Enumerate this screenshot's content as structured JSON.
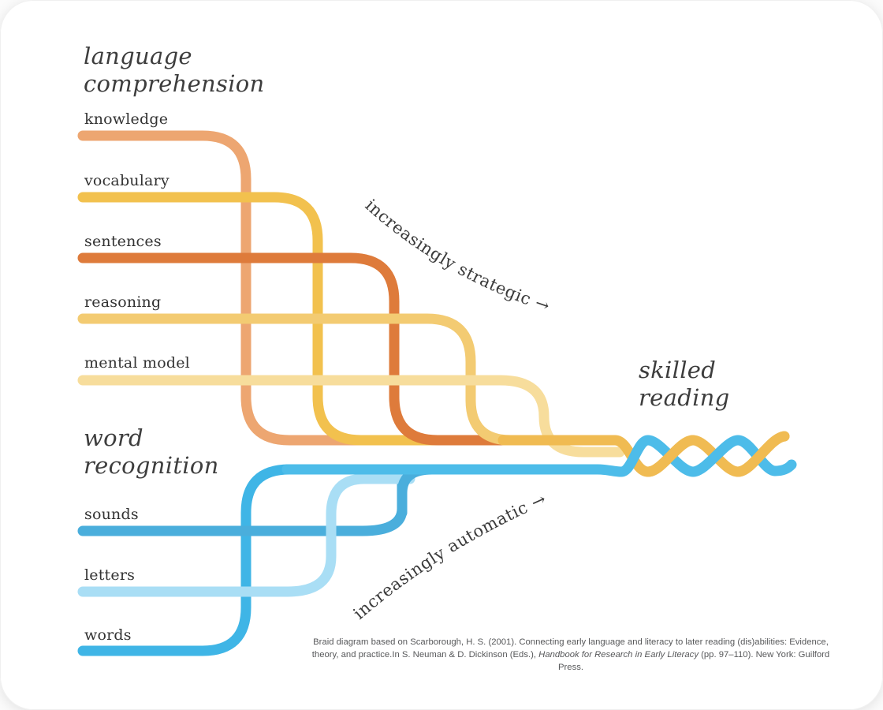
{
  "groups": {
    "language_comprehension": {
      "title": "language\ncomprehension",
      "strands": [
        {
          "label": "knowledge",
          "color": "#EDA671"
        },
        {
          "label": "vocabulary",
          "color": "#F2C14E"
        },
        {
          "label": "sentences",
          "color": "#DE7B3B"
        },
        {
          "label": "reasoning",
          "color": "#F3CB72"
        },
        {
          "label": "mental model",
          "color": "#F7DD9C"
        }
      ]
    },
    "word_recognition": {
      "title": "word\nrecognition",
      "strands": [
        {
          "label": "sounds",
          "color": "#4AAEDC"
        },
        {
          "label": "letters",
          "color": "#A9DEF5"
        },
        {
          "label": "words",
          "color": "#3FB5E6"
        }
      ]
    }
  },
  "outcome": {
    "title": "skilled\nreading"
  },
  "annotations": {
    "strategic": "increasingly strategic →",
    "automatic": "increasingly automatic →"
  },
  "braid_colors": {
    "gold": "#F0BB52",
    "blue": "#4DBCE9"
  },
  "citation": {
    "line1": "Braid diagram based on Scarborough, H. S. (2001). Connecting early language and literacy to later reading (dis)abilities: Evidence, theory, and practice.In S. Neuman & D. Dickinson (Eds.), ",
    "book_italic": "Handbook for Research in Early Literacy",
    "line2_tail": " (pp. 97–110). New York: Guilford Press."
  }
}
